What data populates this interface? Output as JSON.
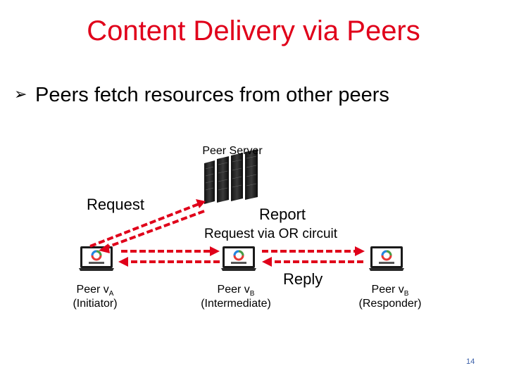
{
  "title": "Content Delivery via Peers",
  "bullet": {
    "marker_icon": "arrow-bullet-icon",
    "text": "Peers fetch resources from other peers"
  },
  "server": {
    "label": "Peer Server",
    "icon": "server-rack-icon"
  },
  "peers": [
    {
      "name_prefix": "Peer v",
      "name_sub": "A",
      "role": "(Initiator)",
      "icon": "laptop-icon"
    },
    {
      "name_prefix": "Peer v",
      "name_sub": "B",
      "role": "(Intermediate)",
      "icon": "laptop-icon"
    },
    {
      "name_prefix": "Peer v",
      "name_sub": "B",
      "role": "(Responder)",
      "icon": "laptop-icon"
    }
  ],
  "arrows": {
    "request": "Request",
    "report": "Report",
    "request_circuit": "Request via OR circuit",
    "reply": "Reply"
  },
  "colors": {
    "title": "#e0001a",
    "arrow": "#e0001a",
    "page_number": "#3a5fa8"
  },
  "page_number": "14"
}
